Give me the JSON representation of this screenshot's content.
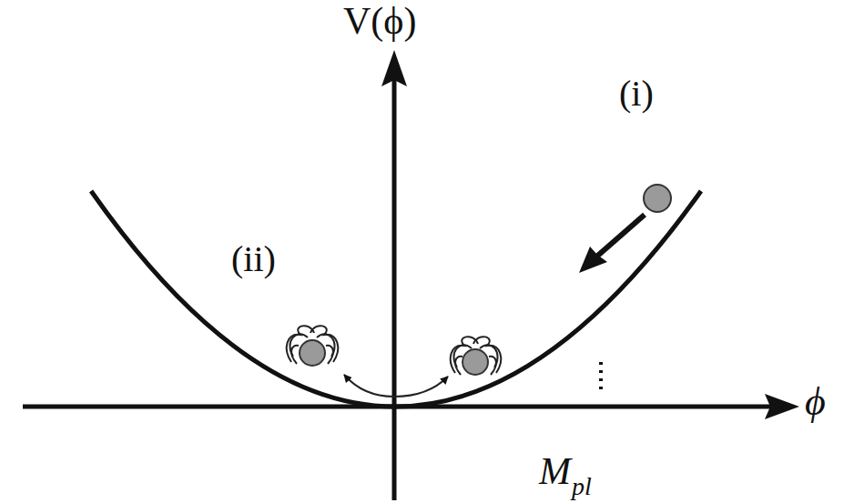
{
  "diagram": {
    "labels": [
      "V(ϕ)",
      "(i)",
      "(ii)",
      "ϕ",
      "M",
      "pl"
    ]
  }
}
